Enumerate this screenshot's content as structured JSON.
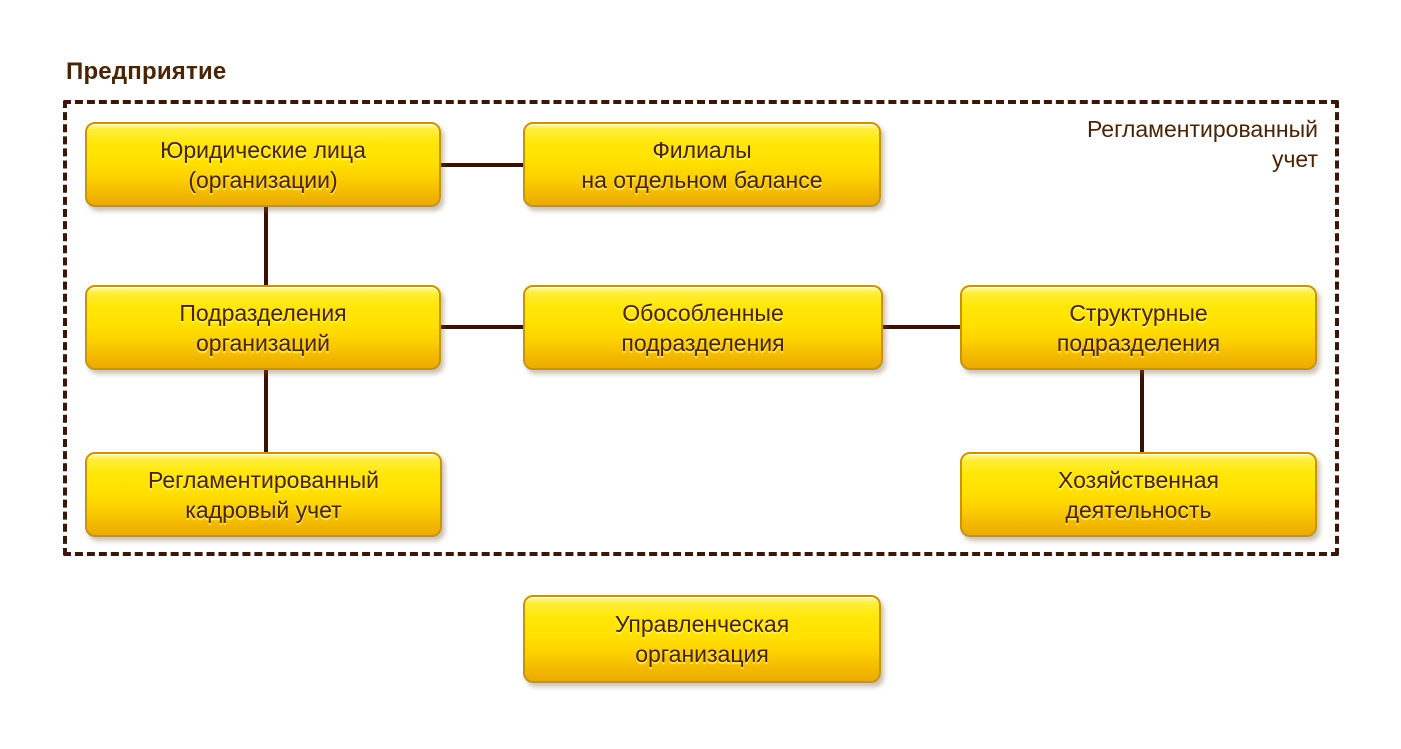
{
  "diagram": {
    "title": "Предприятие",
    "region_label": "Регламентированный\nучет",
    "boxes": [
      {
        "name": "legal-entities",
        "label": "Юридические лица\n(организации)"
      },
      {
        "name": "branches-separate-balance",
        "label": "Филиалы\nна отдельном балансе"
      },
      {
        "name": "org-subdivisions",
        "label": "Подразделения\nорганизаций"
      },
      {
        "name": "detached-subdivisions",
        "label": "Обособленные\nподразделения"
      },
      {
        "name": "structural-subdivisions",
        "label": "Структурные\nподразделения"
      },
      {
        "name": "regulated-hr-accounting",
        "label": "Регламентированный\nкадровый учет"
      },
      {
        "name": "business-activity",
        "label": "Хозяйственная\nдеятельность"
      },
      {
        "name": "management-organization",
        "label": "Управленческая\nорганизация"
      }
    ],
    "colors": {
      "box_border": "#c9940a",
      "box_fill_top": "#fdf6c0",
      "box_fill_mid": "#ffe000",
      "box_fill_bottom": "#ecab00",
      "text": "#4a2405",
      "line": "#3a1005",
      "frame": "#3a1708"
    }
  }
}
